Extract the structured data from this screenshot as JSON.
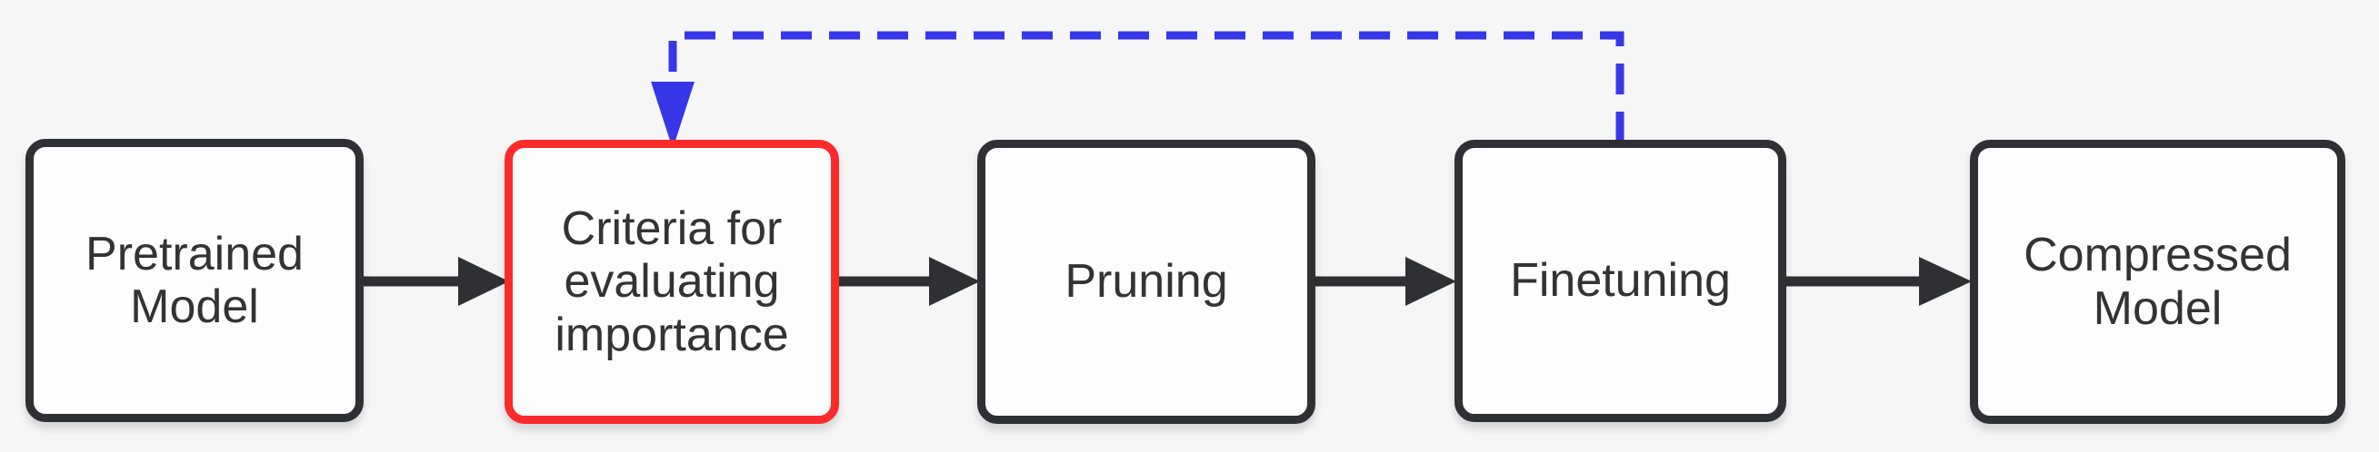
{
  "diagram": {
    "type": "flowchart",
    "description": "Model pruning pipeline with feedback loop",
    "nodes": [
      {
        "id": "pretrained",
        "label": "Pretrained Model",
        "highlighted": false
      },
      {
        "id": "criteria",
        "label": "Criteria for evaluating importance",
        "highlighted": true
      },
      {
        "id": "pruning",
        "label": "Pruning",
        "highlighted": false
      },
      {
        "id": "finetuning",
        "label": "Finetuning",
        "highlighted": false
      },
      {
        "id": "compressed",
        "label": "Compressed Model",
        "highlighted": false
      }
    ],
    "edges": [
      {
        "from": "Pretrained Model",
        "to": "Criteria for evaluating importance",
        "style": "solid-arrow"
      },
      {
        "from": "Criteria for evaluating importance",
        "to": "Pruning",
        "style": "solid-arrow"
      },
      {
        "from": "Pruning",
        "to": "Finetuning",
        "style": "solid-arrow"
      },
      {
        "from": "Finetuning",
        "to": "Compressed Model",
        "style": "solid-arrow"
      },
      {
        "from": "Finetuning",
        "to": "Criteria for evaluating importance",
        "style": "dashed-arrow",
        "role": "feedback-loop"
      }
    ],
    "colors": {
      "background": "#f6f6f7",
      "node_fill": "#fdfdfd",
      "node_border": "#2f3033",
      "highlight_border": "#fa2b2b",
      "text": "#333333",
      "solid_arrow": "#2f3033",
      "feedback_arrow": "#3737e9"
    }
  }
}
